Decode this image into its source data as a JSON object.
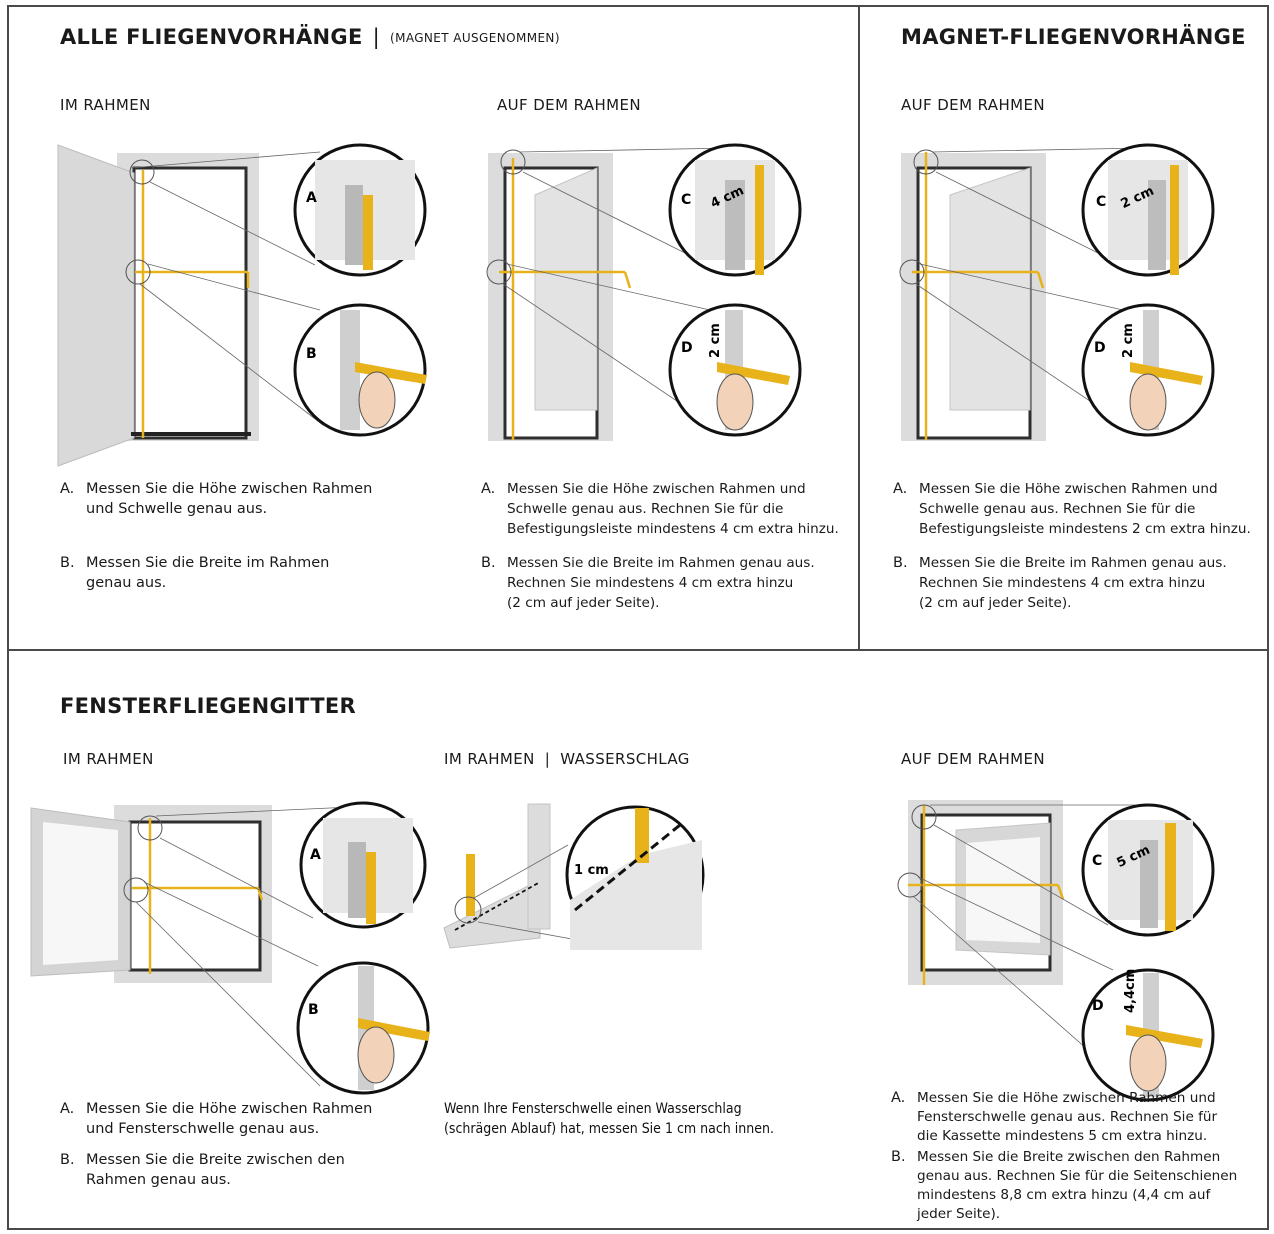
{
  "colors": {
    "accent": "#e8b21a",
    "border": "#4a4a4a",
    "wall": "#d8d8d8",
    "door": "#e3e3e3"
  },
  "section_all": {
    "title": "ALLE FLIEGENVORHÄNGE",
    "separator": "|",
    "note": "(MAGNET AUSGENOMMEN)",
    "im_rahmen": {
      "heading": "IM RAHMEN",
      "detail_a": "A",
      "detail_b": "B",
      "steps": [
        {
          "letter": "A.",
          "line1": "Messen Sie die Höhe zwischen Rahmen",
          "line2": "und Schwelle genau aus."
        },
        {
          "letter": "B.",
          "line1": "Messen Sie die Breite im Rahmen",
          "line2": "genau aus."
        }
      ]
    },
    "auf_dem_rahmen": {
      "heading": "AUF DEM RAHMEN",
      "detail_c": "C",
      "detail_c_measure": "4 cm",
      "detail_d": "D",
      "detail_d_measure": "2 cm",
      "steps": [
        {
          "letter": "A.",
          "line1": "Messen Sie die Höhe zwischen Rahmen und",
          "line2": "Schwelle genau aus. Rechnen Sie für die",
          "line3": "Befestigungsleiste mindestens 4 cm extra hinzu."
        },
        {
          "letter": "B.",
          "line1": "Messen Sie die Breite im Rahmen genau aus.",
          "line2": "Rechnen Sie mindestens 4 cm extra hinzu",
          "line3": "(2 cm auf jeder Seite)."
        }
      ]
    }
  },
  "section_magnet": {
    "title": "MAGNET-FLIEGENVORHÄNGE",
    "auf_dem_rahmen": {
      "heading": "AUF DEM RAHMEN",
      "detail_c": "C",
      "detail_c_measure": "2 cm",
      "detail_d": "D",
      "detail_d_measure": "2 cm",
      "steps": [
        {
          "letter": "A.",
          "line1": "Messen Sie die Höhe zwischen Rahmen und",
          "line2": "Schwelle genau aus. Rechnen Sie für die",
          "line3": "Befestigungsleiste mindestens 2 cm extra hinzu."
        },
        {
          "letter": "B.",
          "line1": "Messen Sie die Breite im Rahmen genau aus.",
          "line2": "Rechnen Sie mindestens 4 cm extra hinzu",
          "line3": "(2 cm auf jeder Seite)."
        }
      ]
    }
  },
  "section_window": {
    "title": "FENSTERFLIEGENGITTER",
    "im_rahmen": {
      "heading": "IM RAHMEN",
      "detail_a": "A",
      "detail_b": "B",
      "steps": [
        {
          "letter": "A.",
          "line1": "Messen Sie die Höhe zwischen Rahmen",
          "line2": "und Fensterschwelle genau aus."
        },
        {
          "letter": "B.",
          "line1": "Messen Sie die Breite zwischen den",
          "line2": "Rahmen genau aus."
        }
      ]
    },
    "wasserschlag": {
      "heading_1": "IM RAHMEN",
      "separator": "|",
      "heading_2": "WASSERSCHLAG",
      "measure": "1 cm",
      "line1": "Wenn Ihre Fensterschwelle einen Wasserschlag",
      "line2": "(schrägen Ablauf) hat, messen Sie 1 cm nach innen."
    },
    "auf_dem_rahmen": {
      "heading": "AUF DEM RAHMEN",
      "detail_c": "C",
      "detail_c_measure": "5 cm",
      "detail_d": "D",
      "detail_d_measure": "4,4cm",
      "steps": [
        {
          "letter": "A.",
          "line1": "Messen Sie die Höhe zwischen Rahmen und",
          "line2": "Fensterschwelle genau aus. Rechnen Sie für",
          "line3": "die Kassette mindestens 5 cm extra hinzu."
        },
        {
          "letter": "B.",
          "line1": "Messen Sie die Breite zwischen den Rahmen",
          "line2": "genau aus. Rechnen Sie für die Seitenschienen",
          "line3": "mindestens 8,8 cm extra hinzu (4,4 cm auf",
          "line4": "jeder Seite)."
        }
      ]
    }
  }
}
